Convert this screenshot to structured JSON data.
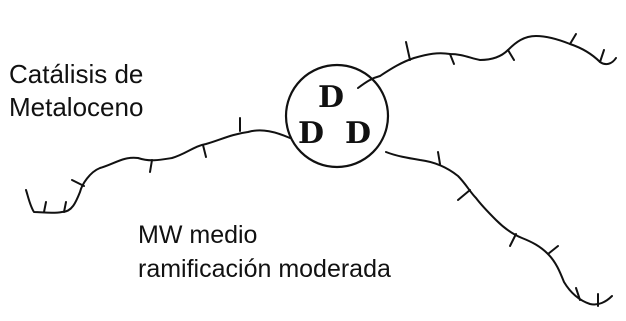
{
  "title": {
    "line1": "Catálisis de",
    "line2": "Metaloceno"
  },
  "caption": {
    "line1": "MW medio",
    "line2": "ramificación moderada"
  },
  "catalyst": {
    "sites": [
      "D",
      "D",
      "D"
    ]
  },
  "colors": {
    "ink": "#111111",
    "background": "#ffffff"
  }
}
